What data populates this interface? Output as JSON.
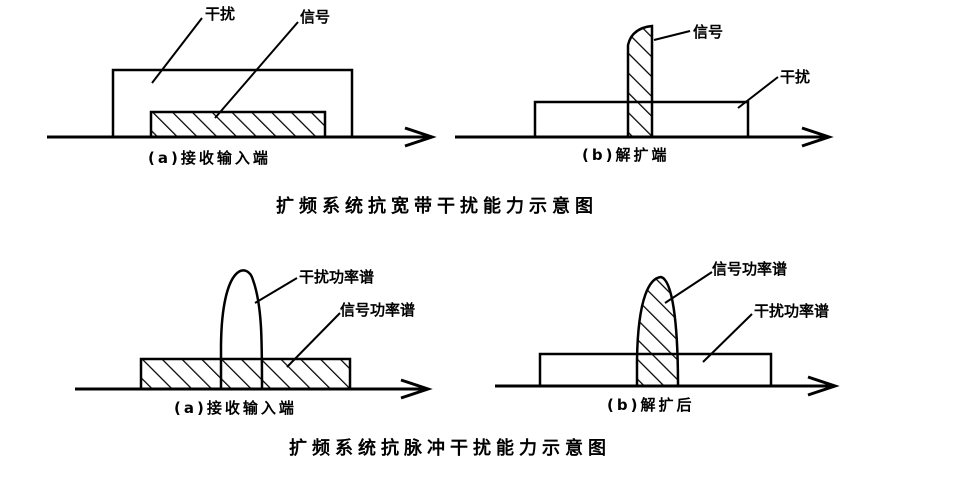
{
  "section1": {
    "title": "扩频系统抗宽带干扰能力示意图",
    "diagram_a": {
      "caption": "(a)接收输入端",
      "label_interference": "干扰",
      "label_signal": "信号"
    },
    "diagram_b": {
      "caption": "(b)解扩端",
      "label_signal": "信号",
      "label_interference": "干扰"
    }
  },
  "section2": {
    "title": "扩频系统抗脉冲干扰能力示意图",
    "diagram_a": {
      "caption": "(a)接收输入端",
      "label_interference": "干扰功率谱",
      "label_signal": "信号功率谱"
    },
    "diagram_b": {
      "caption": "(b)解扩后",
      "label_signal": "信号功率谱",
      "label_interference": "干扰功率谱"
    }
  },
  "colors": {
    "stroke": "#000000",
    "background": "#ffffff"
  }
}
